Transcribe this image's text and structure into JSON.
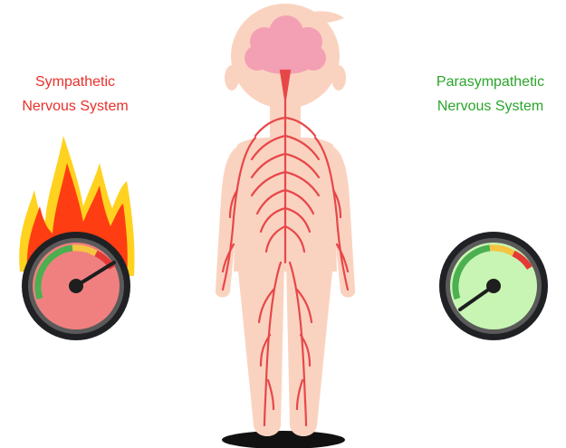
{
  "sympathetic": {
    "line1": "Sympathetic",
    "line2": "Nervous System",
    "color": "#e8302a",
    "gauge_face": "#f08080",
    "gauge_level": 0.9
  },
  "parasympathetic": {
    "line1": "Parasympathetic",
    "line2": "Nervous System",
    "color": "#2aa52a",
    "gauge_face": "#c8f5b4",
    "gauge_level": 0.1
  },
  "figure": {
    "skin": "#fad3c0",
    "nerve_color": "#e8474a",
    "brain_color": "#f4a0b4"
  },
  "icons": [
    "fire-icon",
    "speedometer-gauge-icon",
    "human-body-icon",
    "brain-icon"
  ]
}
